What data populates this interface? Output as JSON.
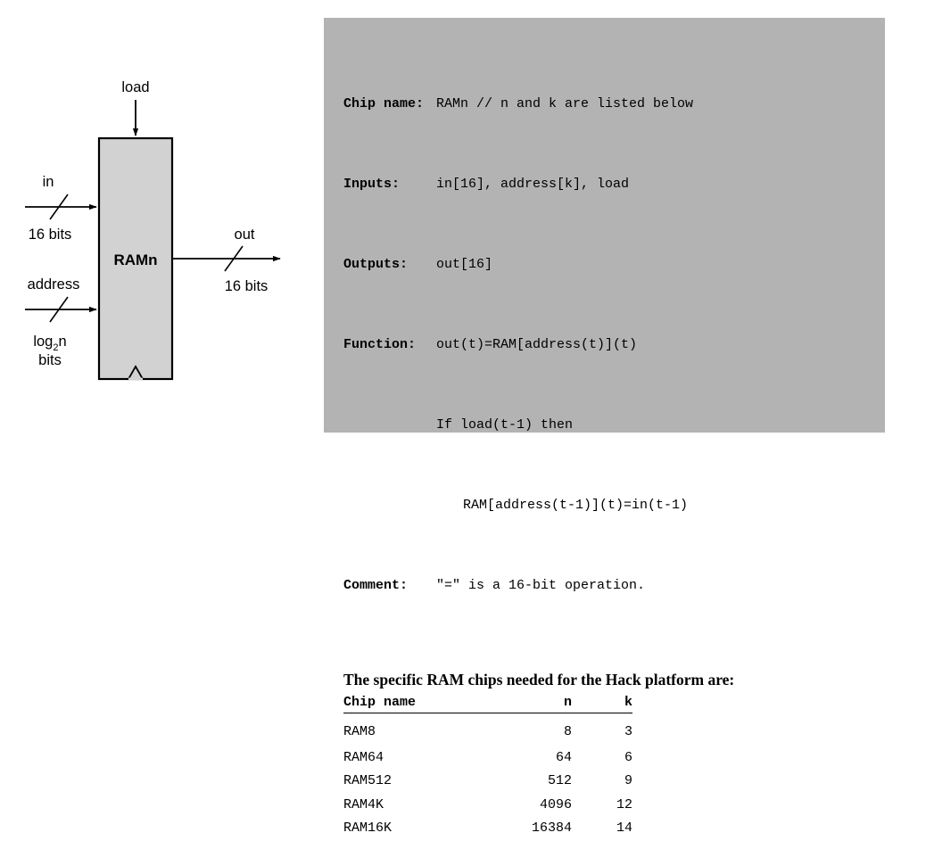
{
  "diagram": {
    "chip_label": "RAMn",
    "inputs": [
      {
        "name": "load",
        "width_label": ""
      },
      {
        "name": "in",
        "width_label": "16  bits"
      },
      {
        "name": "address",
        "width_label": "log",
        "width_sub": "2",
        "width_label2": "n",
        "width_label3": "bits"
      }
    ],
    "outputs": [
      {
        "name": "out",
        "width_label": "16  bits"
      }
    ],
    "clock_marker": "clock-notch",
    "box_fill": "#d2d2d2",
    "box_stroke": "#000000"
  },
  "spec": {
    "panel_bg": "#b3b3b3",
    "rows": [
      {
        "key": "Chip name:",
        "value": "RAMn // n and k are listed below"
      },
      {
        "key": "Inputs:",
        "value": "in[16], address[k], load"
      },
      {
        "key": "Outputs:",
        "value": "out[16]"
      },
      {
        "key": "Function:",
        "value": "out(t)=RAM[address(t)](t)"
      }
    ],
    "function_cont_1": "If load(t-1) then",
    "function_cont_2": "RAM[address(t-1)](t)=in(t-1)",
    "comment_key": "Comment:",
    "comment_value": "\"=\" is a 16-bit operation.",
    "heading": "The specific RAM chips needed for the Hack platform are:"
  },
  "table": {
    "headers": [
      "Chip name",
      "n",
      "k"
    ],
    "rows": [
      [
        "RAM8",
        "8",
        "3"
      ],
      [
        "RAM64",
        "64",
        "6"
      ],
      [
        "RAM512",
        "512",
        "9"
      ],
      [
        "RAM4K",
        "4096",
        "12"
      ],
      [
        "RAM16K",
        "16384",
        "14"
      ]
    ]
  }
}
